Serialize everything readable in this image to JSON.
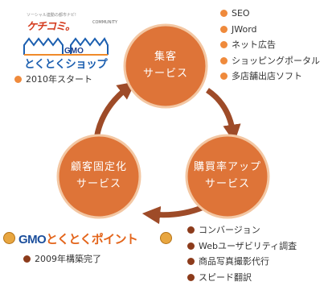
{
  "colors": {
    "circle_fill": "#de7438",
    "circle_ring": "#f3c7a3",
    "arrow": "#9e4b28",
    "dot_orange": "#ef8a3c",
    "dot_brown": "#8c3b1b"
  },
  "logos": {
    "top_small": {
      "line1": "ソーシャル連動の都市ナビ!",
      "line2": "ケチコミ。",
      "line3": "COMMUNITY"
    },
    "gmo_shop": {
      "brand": "GMO",
      "name": "とくとくショップ"
    },
    "gmo_point": {
      "brand": "GMO",
      "name": "とくとくポイント"
    }
  },
  "circles": [
    {
      "line1": "集客",
      "line2": "サービス"
    },
    {
      "line1": "購買率アップ",
      "line2": "サービス"
    },
    {
      "line1": "顧客固定化",
      "line2": "サービス"
    }
  ],
  "lists": {
    "top_right": [
      "SEO",
      "JWord",
      "ネット広告",
      "ショッピングポータル",
      "多店舗出店ソフト"
    ],
    "shop_note": [
      "2010年スタート"
    ],
    "point_note": [
      "2009年構築完了"
    ],
    "bottom_right": [
      "コンバージョン",
      "Webユーザビリティ調査",
      "商品写真撮影代行",
      "スピード翻訳"
    ]
  }
}
